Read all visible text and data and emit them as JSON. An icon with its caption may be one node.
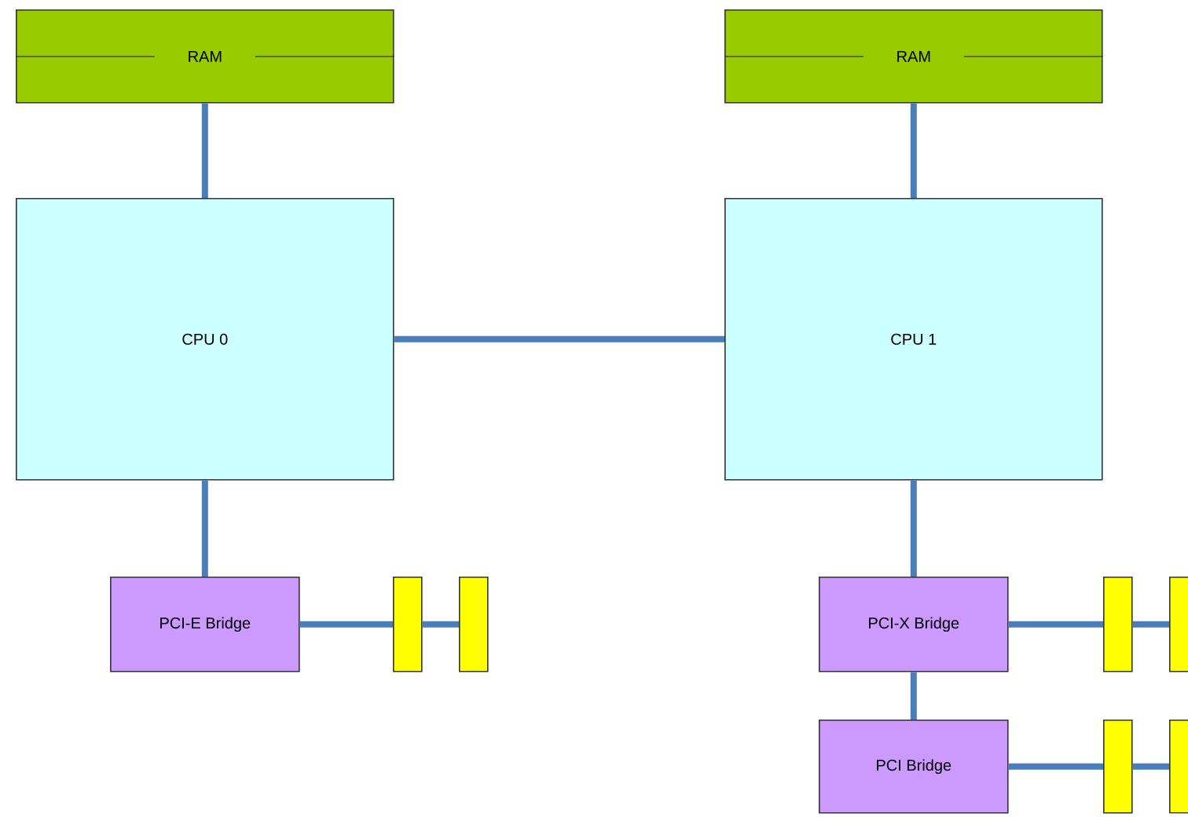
{
  "diagram": {
    "nodes": [
      {
        "text": [
          "RAM"
        ]
      },
      {
        "text": [
          "RAM"
        ]
      },
      {
        "text": [
          "CPU 0"
        ]
      },
      {
        "text": [
          "CPU 1"
        ]
      },
      {
        "text": [
          "PCI-E Bridge"
        ]
      },
      {
        "text": [],
        "shape": "bar"
      },
      {
        "text": [],
        "shape": "bar"
      },
      {
        "text": [
          "PCI-X Bridge"
        ]
      },
      {
        "text": [],
        "shape": "bar"
      },
      {
        "text": [],
        "shape": "bar"
      },
      {
        "text": [
          "PCI Bridge"
        ]
      },
      {
        "text": [],
        "shape": "bar"
      },
      {
        "text": [],
        "shape": "bar"
      }
    ],
    "edges": [
      {
        "from": 0,
        "to": 2,
        "arrow": "none"
      },
      {
        "from": 1,
        "to": 3,
        "arrow": "none"
      },
      {
        "from": 2,
        "to": 3,
        "arrow": "none"
      },
      {
        "from": 2,
        "to": 4,
        "arrow": "none"
      },
      {
        "from": 4,
        "to": 5,
        "arrow": "none"
      },
      {
        "from": 5,
        "to": 6,
        "arrow": "none"
      },
      {
        "from": 3,
        "to": 7,
        "arrow": "none"
      },
      {
        "from": 7,
        "to": 8,
        "arrow": "none"
      },
      {
        "from": 8,
        "to": 9,
        "arrow": "none"
      },
      {
        "from": 7,
        "to": 10,
        "arrow": "none"
      },
      {
        "from": 10,
        "to": 11,
        "arrow": "none"
      },
      {
        "from": 11,
        "to": 12,
        "arrow": "none"
      }
    ]
  }
}
